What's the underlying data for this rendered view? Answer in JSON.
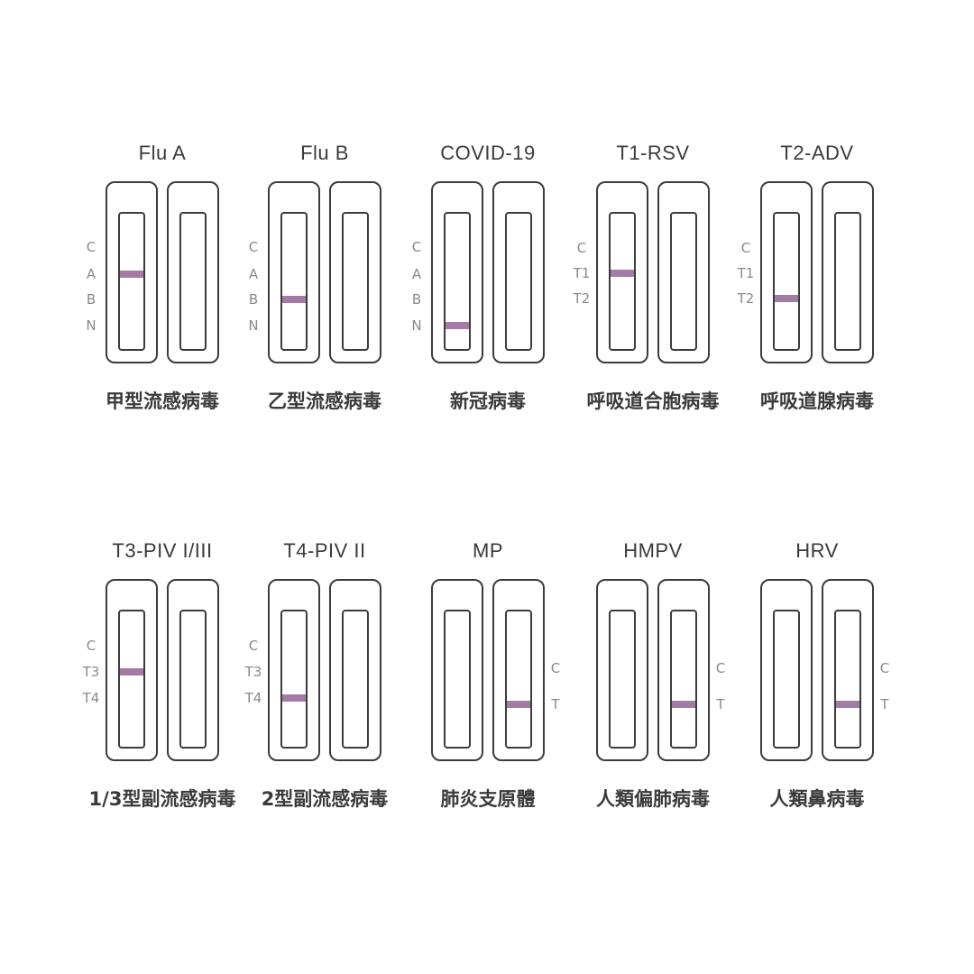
{
  "colors": {
    "stroke": "#3c3c3c",
    "band": "#a47ba4",
    "marker": "#8a8a8a",
    "text": "#3a3a3a"
  },
  "tests": [
    {
      "title": "Flu A",
      "label": "甲型流感病毒",
      "markers": [
        "C",
        "A",
        "B",
        "N"
      ],
      "side": "left",
      "band_cassette": 0,
      "band_marker": 1
    },
    {
      "title": "Flu B",
      "label": "乙型流感病毒",
      "markers": [
        "C",
        "A",
        "B",
        "N"
      ],
      "side": "left",
      "band_cassette": 0,
      "band_marker": 2
    },
    {
      "title": "COVID-19",
      "label": "新冠病毒",
      "markers": [
        "C",
        "A",
        "B",
        "N"
      ],
      "side": "left",
      "band_cassette": 0,
      "band_marker": 3
    },
    {
      "title": "T1-RSV",
      "label": "呼吸道合胞病毒",
      "markers": [
        "C",
        "T1",
        "T2"
      ],
      "side": "left",
      "band_cassette": 0,
      "band_marker": 1
    },
    {
      "title": "T2-ADV",
      "label": "呼吸道腺病毒",
      "markers": [
        "C",
        "T1",
        "T2"
      ],
      "side": "left",
      "band_cassette": 0,
      "band_marker": 2
    },
    {
      "title": "T3-PIV I/III",
      "label": "1/3型副流感病毒",
      "markers": [
        "C",
        "T3",
        "T4"
      ],
      "side": "left",
      "band_cassette": 0,
      "band_marker": 1
    },
    {
      "title": "T4-PIV II",
      "label": "2型副流感病毒",
      "markers": [
        "C",
        "T3",
        "T4"
      ],
      "side": "left",
      "band_cassette": 0,
      "band_marker": 2
    },
    {
      "title": "MP",
      "label": "肺炎支原體",
      "markers": [
        "C",
        "T"
      ],
      "side": "right",
      "band_cassette": 1,
      "band_marker": 1
    },
    {
      "title": "HMPV",
      "label": "人類偏肺病毒",
      "markers": [
        "C",
        "T"
      ],
      "side": "right",
      "band_cassette": 1,
      "band_marker": 1
    },
    {
      "title": "HRV",
      "label": "人類鼻病毒",
      "markers": [
        "C",
        "T"
      ],
      "side": "right",
      "band_cassette": 1,
      "band_marker": 1
    }
  ]
}
